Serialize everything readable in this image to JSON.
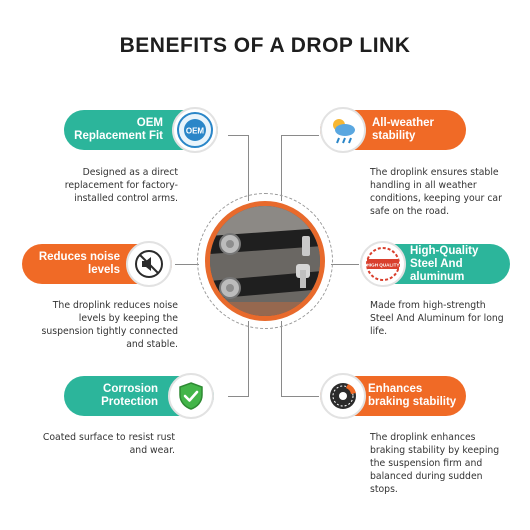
{
  "title": "BENEFITS OF A DROP LINK",
  "benefits": [
    {
      "title": "OEM Replacement Fit",
      "description": "Designed as a direct replacement for factory-installed control arms.",
      "icon": "oem-badge-icon",
      "badge_text": "OEM",
      "color": "#2cb59b"
    },
    {
      "title": "All-weather stability",
      "description": "The droplink ensures stable handling in all weather conditions, keeping your car safe on the road.",
      "icon": "weather-icon",
      "color": "#f06a26"
    },
    {
      "title": "Reduces noise levels",
      "description": "The droplink reduces noise levels by keeping the suspension tightly connected and stable.",
      "icon": "mute-icon",
      "color": "#f06a26"
    },
    {
      "title": "High-Quality Steel And aluminum",
      "description": "Made from high-strength Steel And Aluminum for long life.",
      "icon": "quality-stamp-icon",
      "badge_text": "HIGH QUALITY",
      "color": "#2cb59b"
    },
    {
      "title": "Corrosion Protection",
      "description": "Coated surface to resist rust and wear.",
      "icon": "shield-check-icon",
      "color": "#2cb59b"
    },
    {
      "title": "Enhances braking stability",
      "description": "The droplink enhances braking stability by keeping the suspension firm and balanced during sudden stops.",
      "icon": "brake-disc-icon",
      "color": "#f06a26"
    }
  ]
}
